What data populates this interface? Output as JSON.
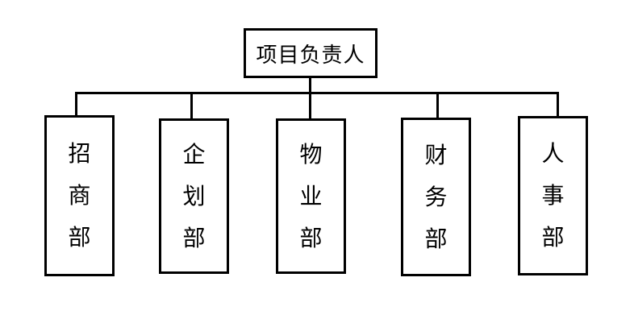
{
  "org_chart": {
    "root": {
      "label": "项目负责人"
    },
    "departments": [
      {
        "label": "招商部"
      },
      {
        "label": "企划部"
      },
      {
        "label": "物业部"
      },
      {
        "label": "财务部"
      },
      {
        "label": "人事部"
      }
    ]
  }
}
